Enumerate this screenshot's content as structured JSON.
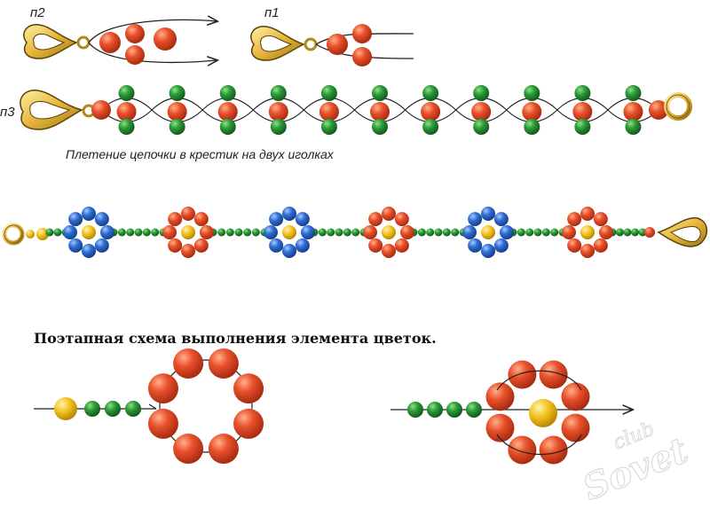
{
  "labels": {
    "step2": "п2",
    "step1": "п1",
    "step3": "п3"
  },
  "caption": "Плетение цепочки в крестик на двух иголках",
  "heading": "Поэтапная схема выполнения элемента цветок.",
  "watermark": {
    "top": "club",
    "bottom": "Sovet"
  },
  "colors": {
    "orange_bead": "#e8502a",
    "green_bead": "#2a9a3a",
    "blue_bead": "#2f6fd6",
    "yellow_bead": "#f2c21b",
    "clasp": "#e6b43a",
    "thread": "#222222"
  }
}
